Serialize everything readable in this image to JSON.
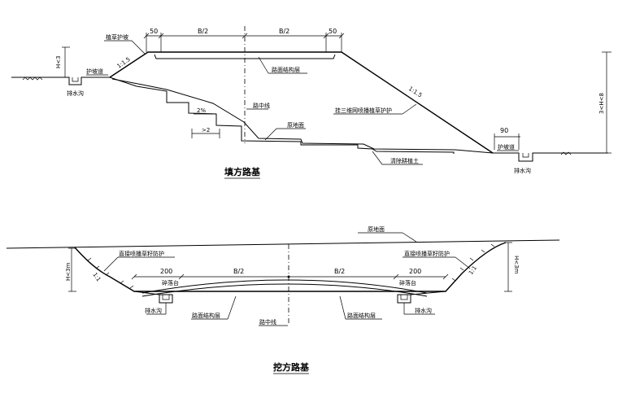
{
  "fill": {
    "title": "填方路基",
    "dim_50_left": "50",
    "dim_b2_left": "B/2",
    "dim_b2_right": "B/2",
    "dim_50_right": "50",
    "grass_slope": "植草护坡",
    "slope_left": "1:1.5",
    "h3": "H<3",
    "berm_left": "护坡道",
    "ditch_left": "排水沟",
    "pavement": "路面结构层",
    "centerline": "路中线",
    "slope_right": "1:1.5",
    "mesh_seeding": "挂三维网喷播植草护护",
    "pct": "2%",
    "gt2": ">2",
    "original_ground": "原地面",
    "dim_90": "90",
    "berm_right": "护坡道",
    "ditch_right": "排水沟",
    "h38": "3<H<8",
    "clear_topsoil": "清除耕植土"
  },
  "cut": {
    "title": "挖方路基",
    "original_ground": "原地面",
    "spray_left": "直接喷播草籽防护",
    "spray_right": "直接喷播草籽防护",
    "h3_left": "H<3m",
    "h3_right": "H<3m",
    "slope_left": "1:1",
    "slope_right": "1:1",
    "dim_200_left": "200",
    "dim_b2_left": "B/2",
    "dim_b2_right": "B/2",
    "dim_200_right": "200",
    "platform_left": "碎落台",
    "platform_right": "碎落台",
    "ditch_left": "排水沟",
    "pavement_left": "路面结构层",
    "centerline": "路中线",
    "pavement_right": "路面结构层",
    "ditch_right": "排水沟"
  }
}
